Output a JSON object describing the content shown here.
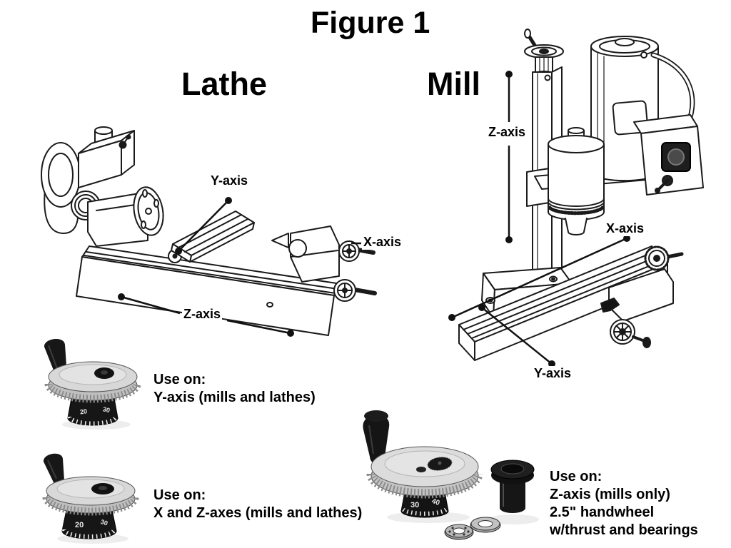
{
  "figure_title": "Figure 1",
  "machines": {
    "lathe": {
      "heading": "Lathe",
      "axis_labels": {
        "y": "Y-axis",
        "x": "X-axis",
        "z": "Z-axis"
      }
    },
    "mill": {
      "heading": "Mill",
      "axis_labels": {
        "z": "Z-axis",
        "x": "X-axis",
        "y": "Y-axis"
      }
    }
  },
  "handwheel_items": [
    {
      "name": "y-axis-handwheel",
      "dial_numbers": [
        "20",
        "30"
      ],
      "caption_lines": [
        "Use on:",
        "Y-axis (mills and lathes)"
      ]
    },
    {
      "name": "x-z-axes-handwheel",
      "dial_numbers": [
        "20",
        "30"
      ],
      "caption_lines": [
        "Use on:",
        "X and Z-axes (mills and lathes)"
      ]
    },
    {
      "name": "z-axis-handwheel",
      "dial_numbers": [
        "30",
        "40"
      ],
      "caption_lines": [
        "Use on:",
        "Z-axis (mills only)",
        "2.5\" handwheel",
        "w/thrust and bearings"
      ]
    }
  ],
  "colors": {
    "ink": "#1a1a1a",
    "background": "#ffffff",
    "wheel_silver": "#d6d6d6",
    "wheel_black": "#161616"
  }
}
